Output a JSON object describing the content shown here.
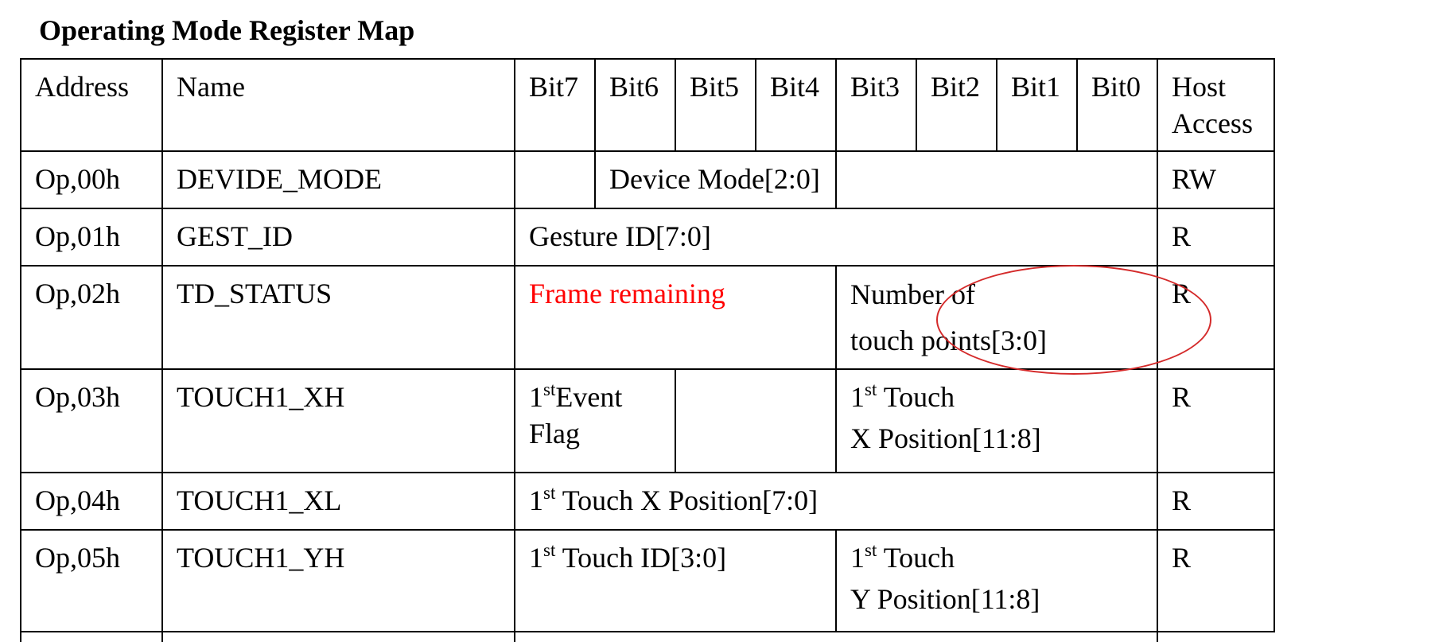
{
  "title": "Operating Mode Register Map",
  "headers": {
    "address": "Address",
    "name": "Name",
    "bits": [
      "Bit7",
      "Bit6",
      "Bit5",
      "Bit4",
      "Bit3",
      "Bit2",
      "Bit1",
      "Bit0"
    ],
    "host_access_1": "Host",
    "host_access_2": "Access"
  },
  "rows": [
    {
      "address": "Op,00h",
      "name": "DEVIDE_MODE",
      "field": "Device Mode[2:0]",
      "access": "RW"
    },
    {
      "address": "Op,01h",
      "name": "GEST_ID",
      "field": "Gesture ID[7:0]",
      "access": "R"
    },
    {
      "address": "Op,02h",
      "name": "TD_STATUS",
      "field_hi": "Frame remaining",
      "field_lo_1": "Number of",
      "field_lo_2": "touch points[3:0]",
      "access": "R"
    },
    {
      "address": "Op,03h",
      "name": "TOUCH1_XH",
      "field_hi_sup": "st",
      "field_hi_1": "Event",
      "field_hi_2": "Flag",
      "field_lo_sup": "st",
      "field_lo_1": " Touch",
      "field_lo_2": "X Position[11:8]",
      "access": "R"
    },
    {
      "address": "Op,04h",
      "name": "TOUCH1_XL",
      "field_sup": "st",
      "field": " Touch X Position[7:0]",
      "access": "R"
    },
    {
      "address": "Op,05h",
      "name": "TOUCH1_YH",
      "field_hi_sup": "st",
      "field_hi": " Touch ID[3:0]",
      "field_lo_sup": "st",
      "field_lo_1": " Touch",
      "field_lo_2": "Y Position[11:8]",
      "access": "R"
    }
  ],
  "ordinal_prefix": "1",
  "colors": {
    "text": "#000000",
    "highlight_text": "#ff0000",
    "annotation_circle": "#d42a2a"
  }
}
